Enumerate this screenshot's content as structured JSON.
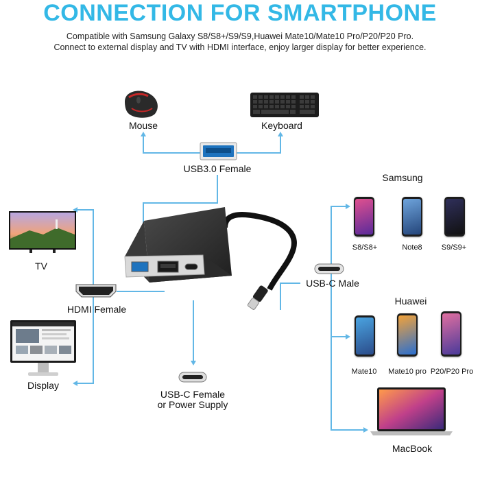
{
  "header": {
    "title": "CONNECTION FOR SMARTPHONE",
    "line1": "Compatible with Samsung Galaxy S8/S8+/S9/S9,Huawei Mate10/Mate10 Pro/P20/P20 Pro.",
    "line2": "Connect to external display and TV with HDMI interface, enjoy larger display for better experience."
  },
  "ports": {
    "usb3": "USB3.0 Female",
    "hdmi": "HDMI Female",
    "usbc_power_1": "USB-C Female",
    "usbc_power_2": "or Power Supply",
    "usbc_male": "USB-C Male"
  },
  "peripherals": {
    "mouse": "Mouse",
    "keyboard": "Keyboard",
    "tv": "TV",
    "display": "Display",
    "macbook": "MacBook"
  },
  "samsung": {
    "title": "Samsung",
    "models": [
      "S8/S8+",
      "Note8",
      "S9/S9+"
    ]
  },
  "huawei": {
    "title": "Huawei",
    "models": [
      "Mate10",
      "Mate10 pro",
      "P20/P20 Pro"
    ]
  },
  "colors": {
    "title": "#33b8e6",
    "line": "#62b7e6",
    "hub": "#2b2b2b"
  }
}
